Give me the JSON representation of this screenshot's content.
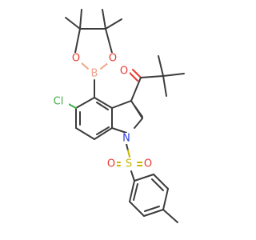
{
  "molecule": {
    "atoms": {
      "o_ketone": {
        "label": "O",
        "color": "#e8392f"
      },
      "cl": {
        "label": "Cl",
        "color": "#3fae49"
      },
      "b": {
        "label": "B",
        "color": "#f0a48c"
      },
      "o_ring_left": {
        "label": "O",
        "color": "#e8392f"
      },
      "o_ring_right": {
        "label": "O",
        "color": "#e8392f"
      },
      "n": {
        "label": "N",
        "color": "#2b3fd6"
      },
      "s": {
        "label": "S",
        "color": "#c9b400"
      },
      "o_sulfonyl_left": {
        "label": "O",
        "color": "#e8392f"
      },
      "o_sulfonyl_right": {
        "label": "O",
        "color": "#e8392f"
      }
    }
  }
}
